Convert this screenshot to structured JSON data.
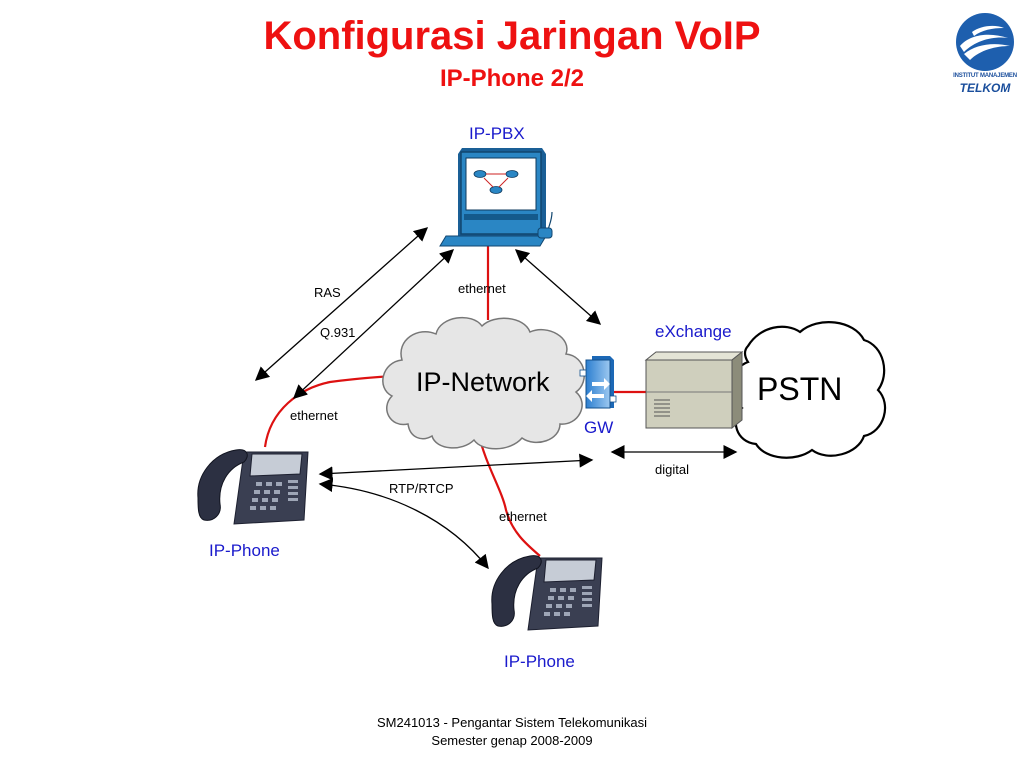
{
  "header": {
    "title": "Konfigurasi Jaringan VoIP",
    "subtitle": "IP-Phone 2/2"
  },
  "logo": {
    "line1": "INSTITUT MANAJEMEN",
    "line2": "TELKOM"
  },
  "nodes": {
    "ippbx": "IP-PBX",
    "network": "IP-Network",
    "gw": "GW",
    "exchange": "eXchange",
    "pstn": "PSTN",
    "phone_left": "IP-Phone",
    "phone_bottom": "IP-Phone"
  },
  "links": {
    "ras": "RAS",
    "q931": "Q.931",
    "ethernet_top": "ethernet",
    "ethernet_left": "ethernet",
    "ethernet_bottom": "ethernet",
    "rtp": "RTP/RTCP",
    "digital": "digital"
  },
  "footer": {
    "line1": "SM241013 - Pengantar Sistem Telekomunikasi",
    "line2": "Semester genap 2008-2009"
  },
  "colors": {
    "title": "#ee1111",
    "node_label": "#1a1acc",
    "ethernet_link": "#dd1111",
    "cloud_fill": "#e8e8e8"
  }
}
